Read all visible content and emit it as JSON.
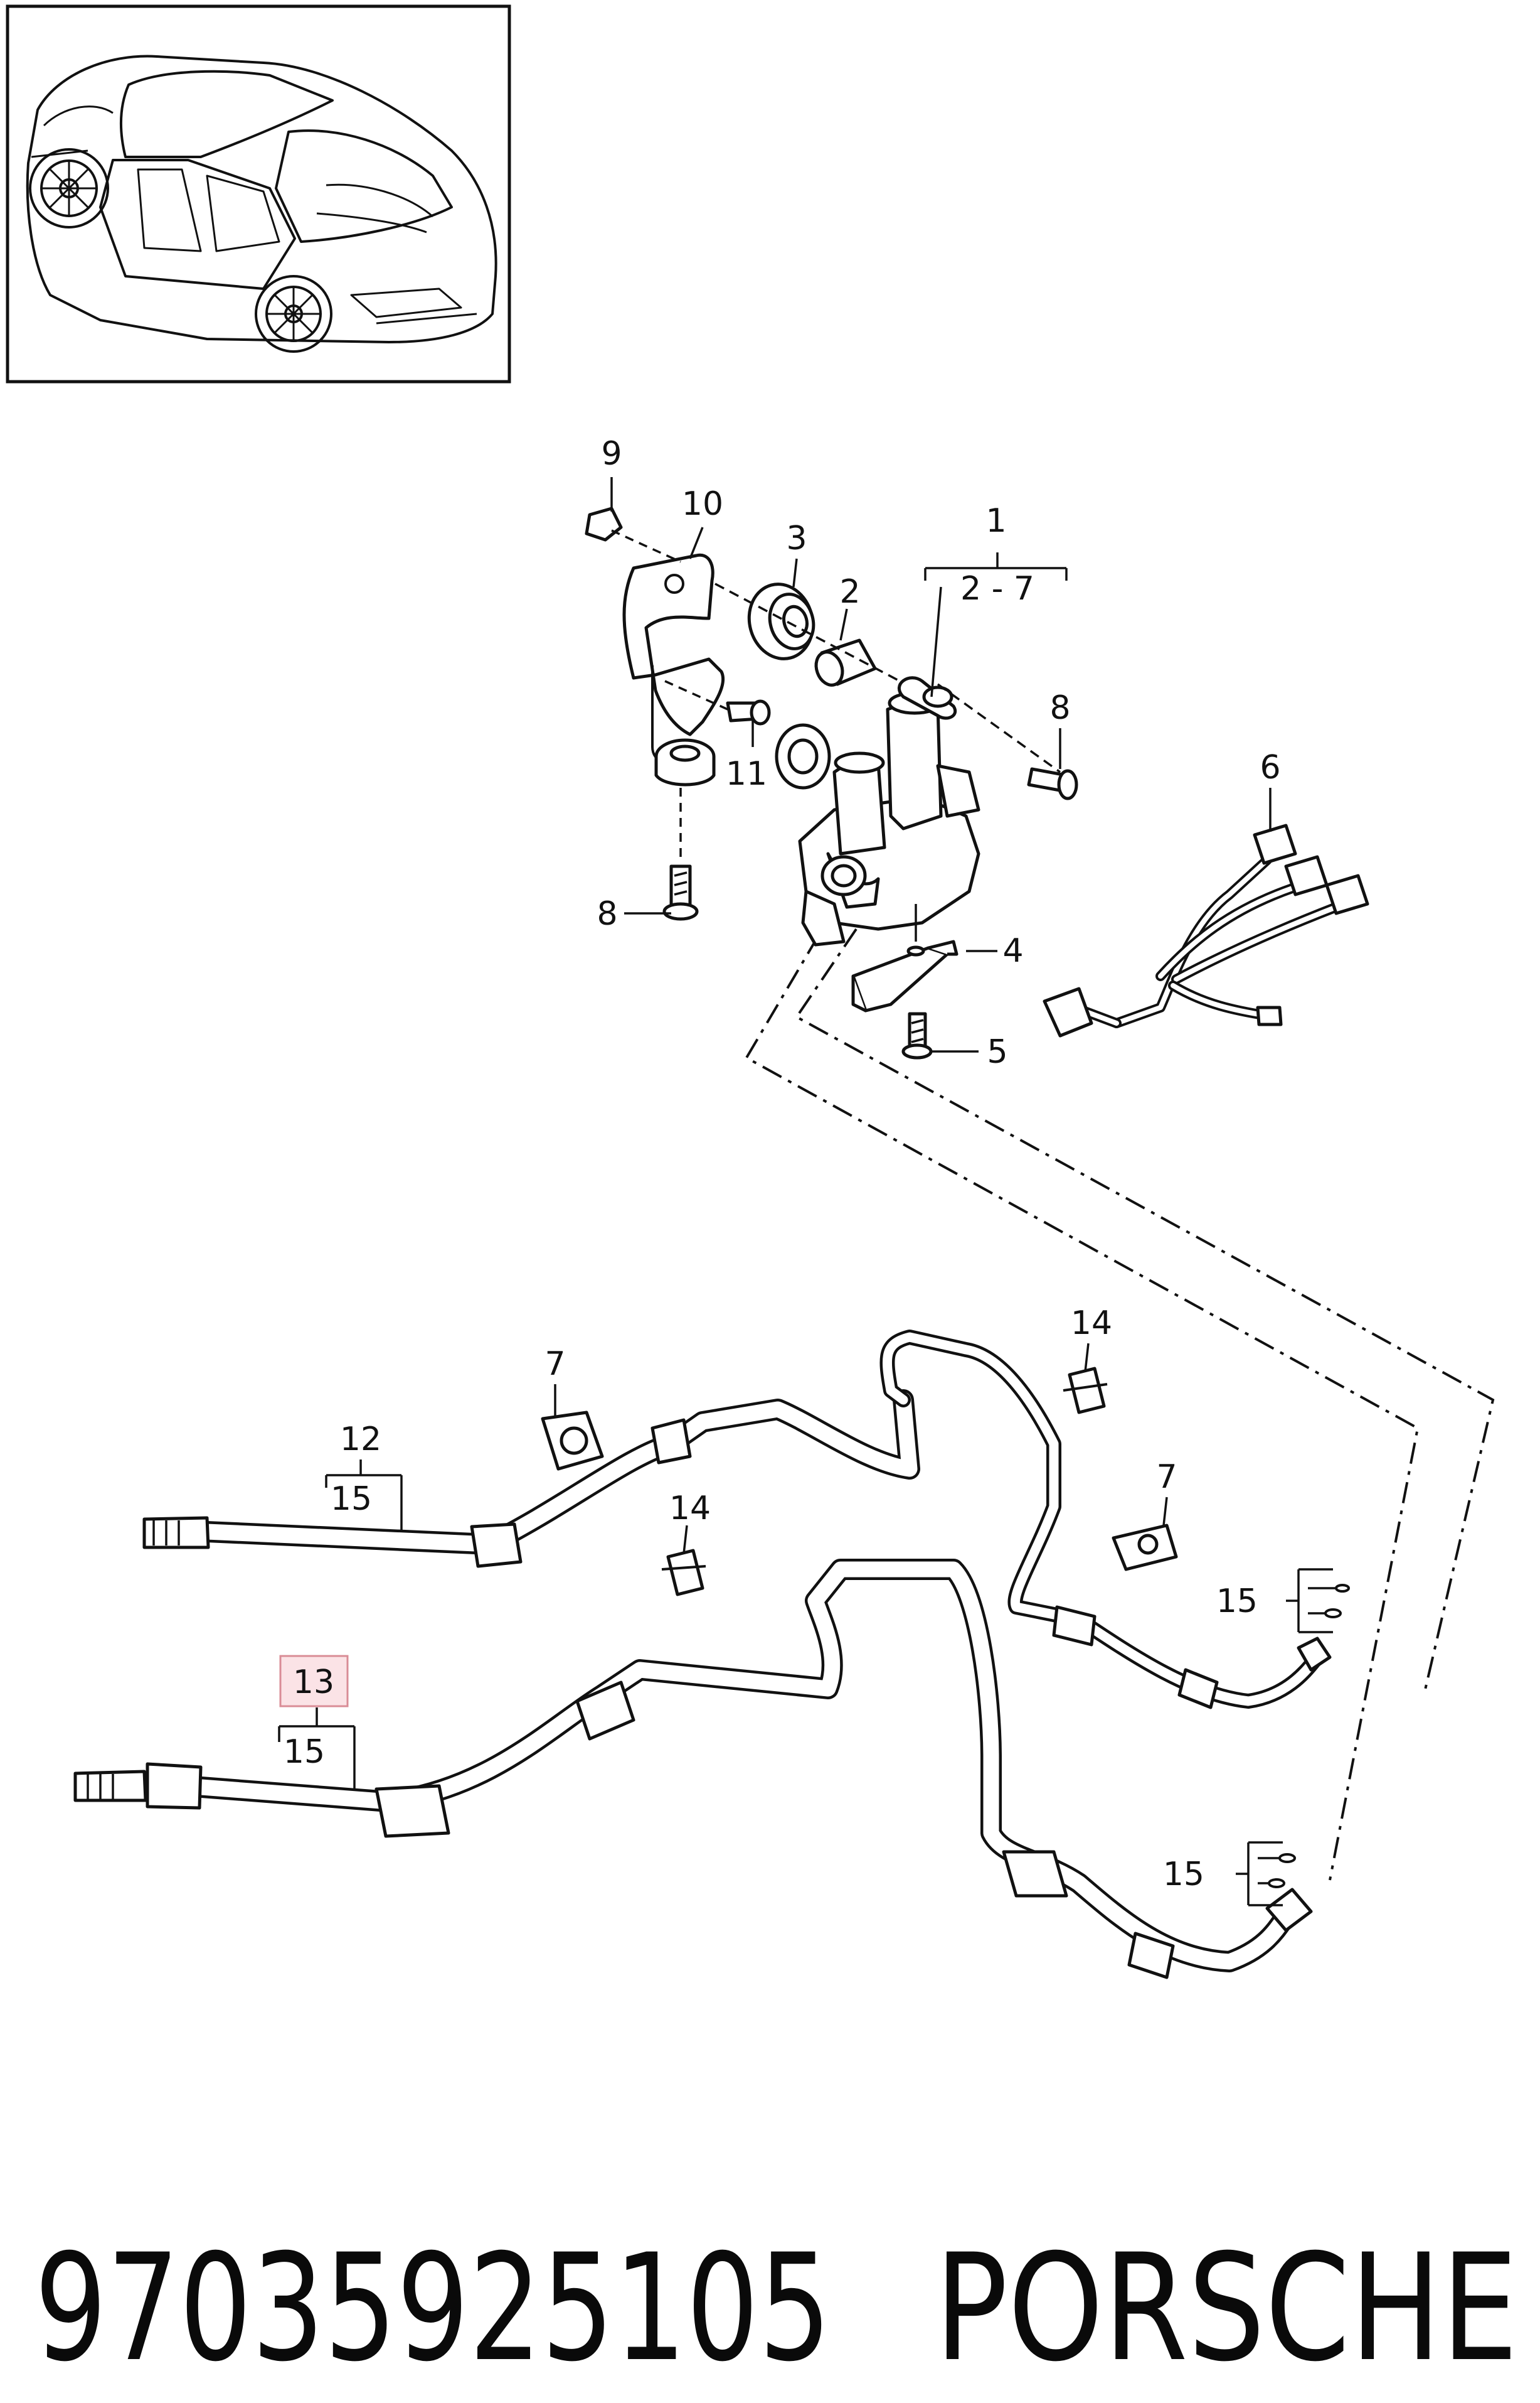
{
  "footer": {
    "part_number": "97035925105",
    "brand": "PORSCHE"
  },
  "callouts": {
    "c1": "1",
    "c1_range": "2 - 7",
    "c2": "2",
    "c3": "3",
    "c4": "4",
    "c5": "5",
    "c6": "6",
    "c7a": "7",
    "c7b": "7",
    "c8a": "8",
    "c8b": "8",
    "c9": "9",
    "c10": "10",
    "c11": "11",
    "c12": "12",
    "c12_sub": "15",
    "c13": "13",
    "c13_sub": "15",
    "c14a": "14",
    "c14b": "14",
    "c15a": "15",
    "c15b": "15"
  },
  "highlight": {
    "callout": "13",
    "fill": "#fbe3e6",
    "border": "#d98c96"
  }
}
